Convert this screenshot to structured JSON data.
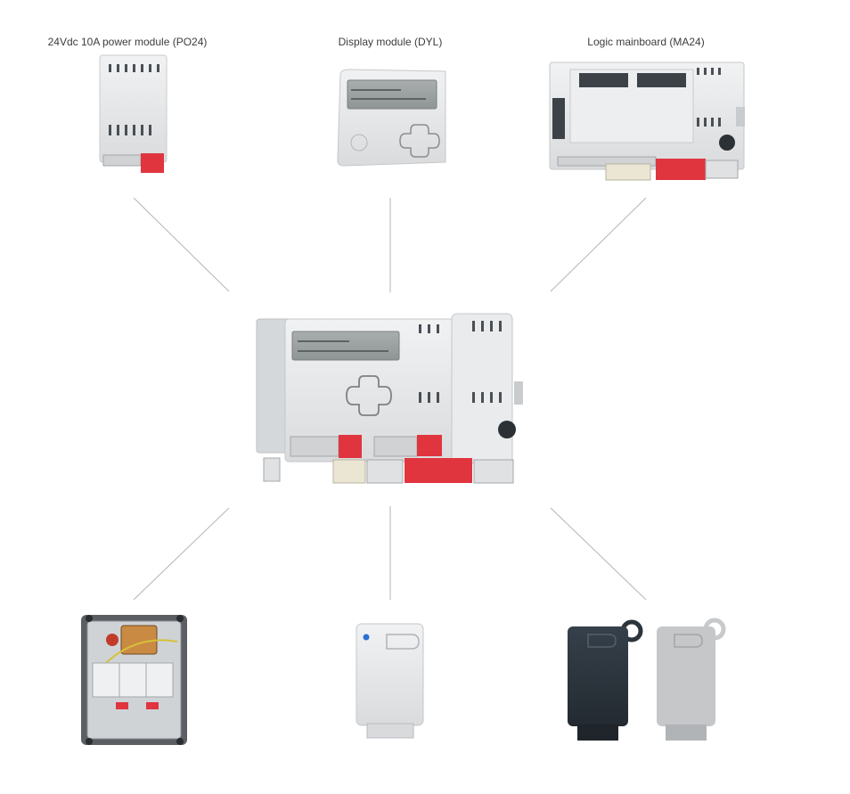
{
  "labels": {
    "power": "24Vdc 10A power module (PO24)",
    "display": "Display module (DYL)",
    "logic": "Logic mainboard (MA24)"
  },
  "icons": {
    "power_module": "power-module-icon",
    "display_module": "display-module-icon",
    "logic_mainboard": "logic-mainboard-icon",
    "main_controller": "main-controller-icon",
    "enclosure_box": "enclosure-box-icon",
    "receiver": "receiver-module-icon",
    "remote_dark": "remote-control-dark-icon",
    "remote_grey": "remote-control-grey-icon"
  },
  "colors": {
    "connector_line": "#b4b4b4",
    "device_body": "#e6e8ea",
    "terminal_red": "#e0353f",
    "lcd": "#9aa0a0",
    "remote_dark": "#2c343c"
  }
}
